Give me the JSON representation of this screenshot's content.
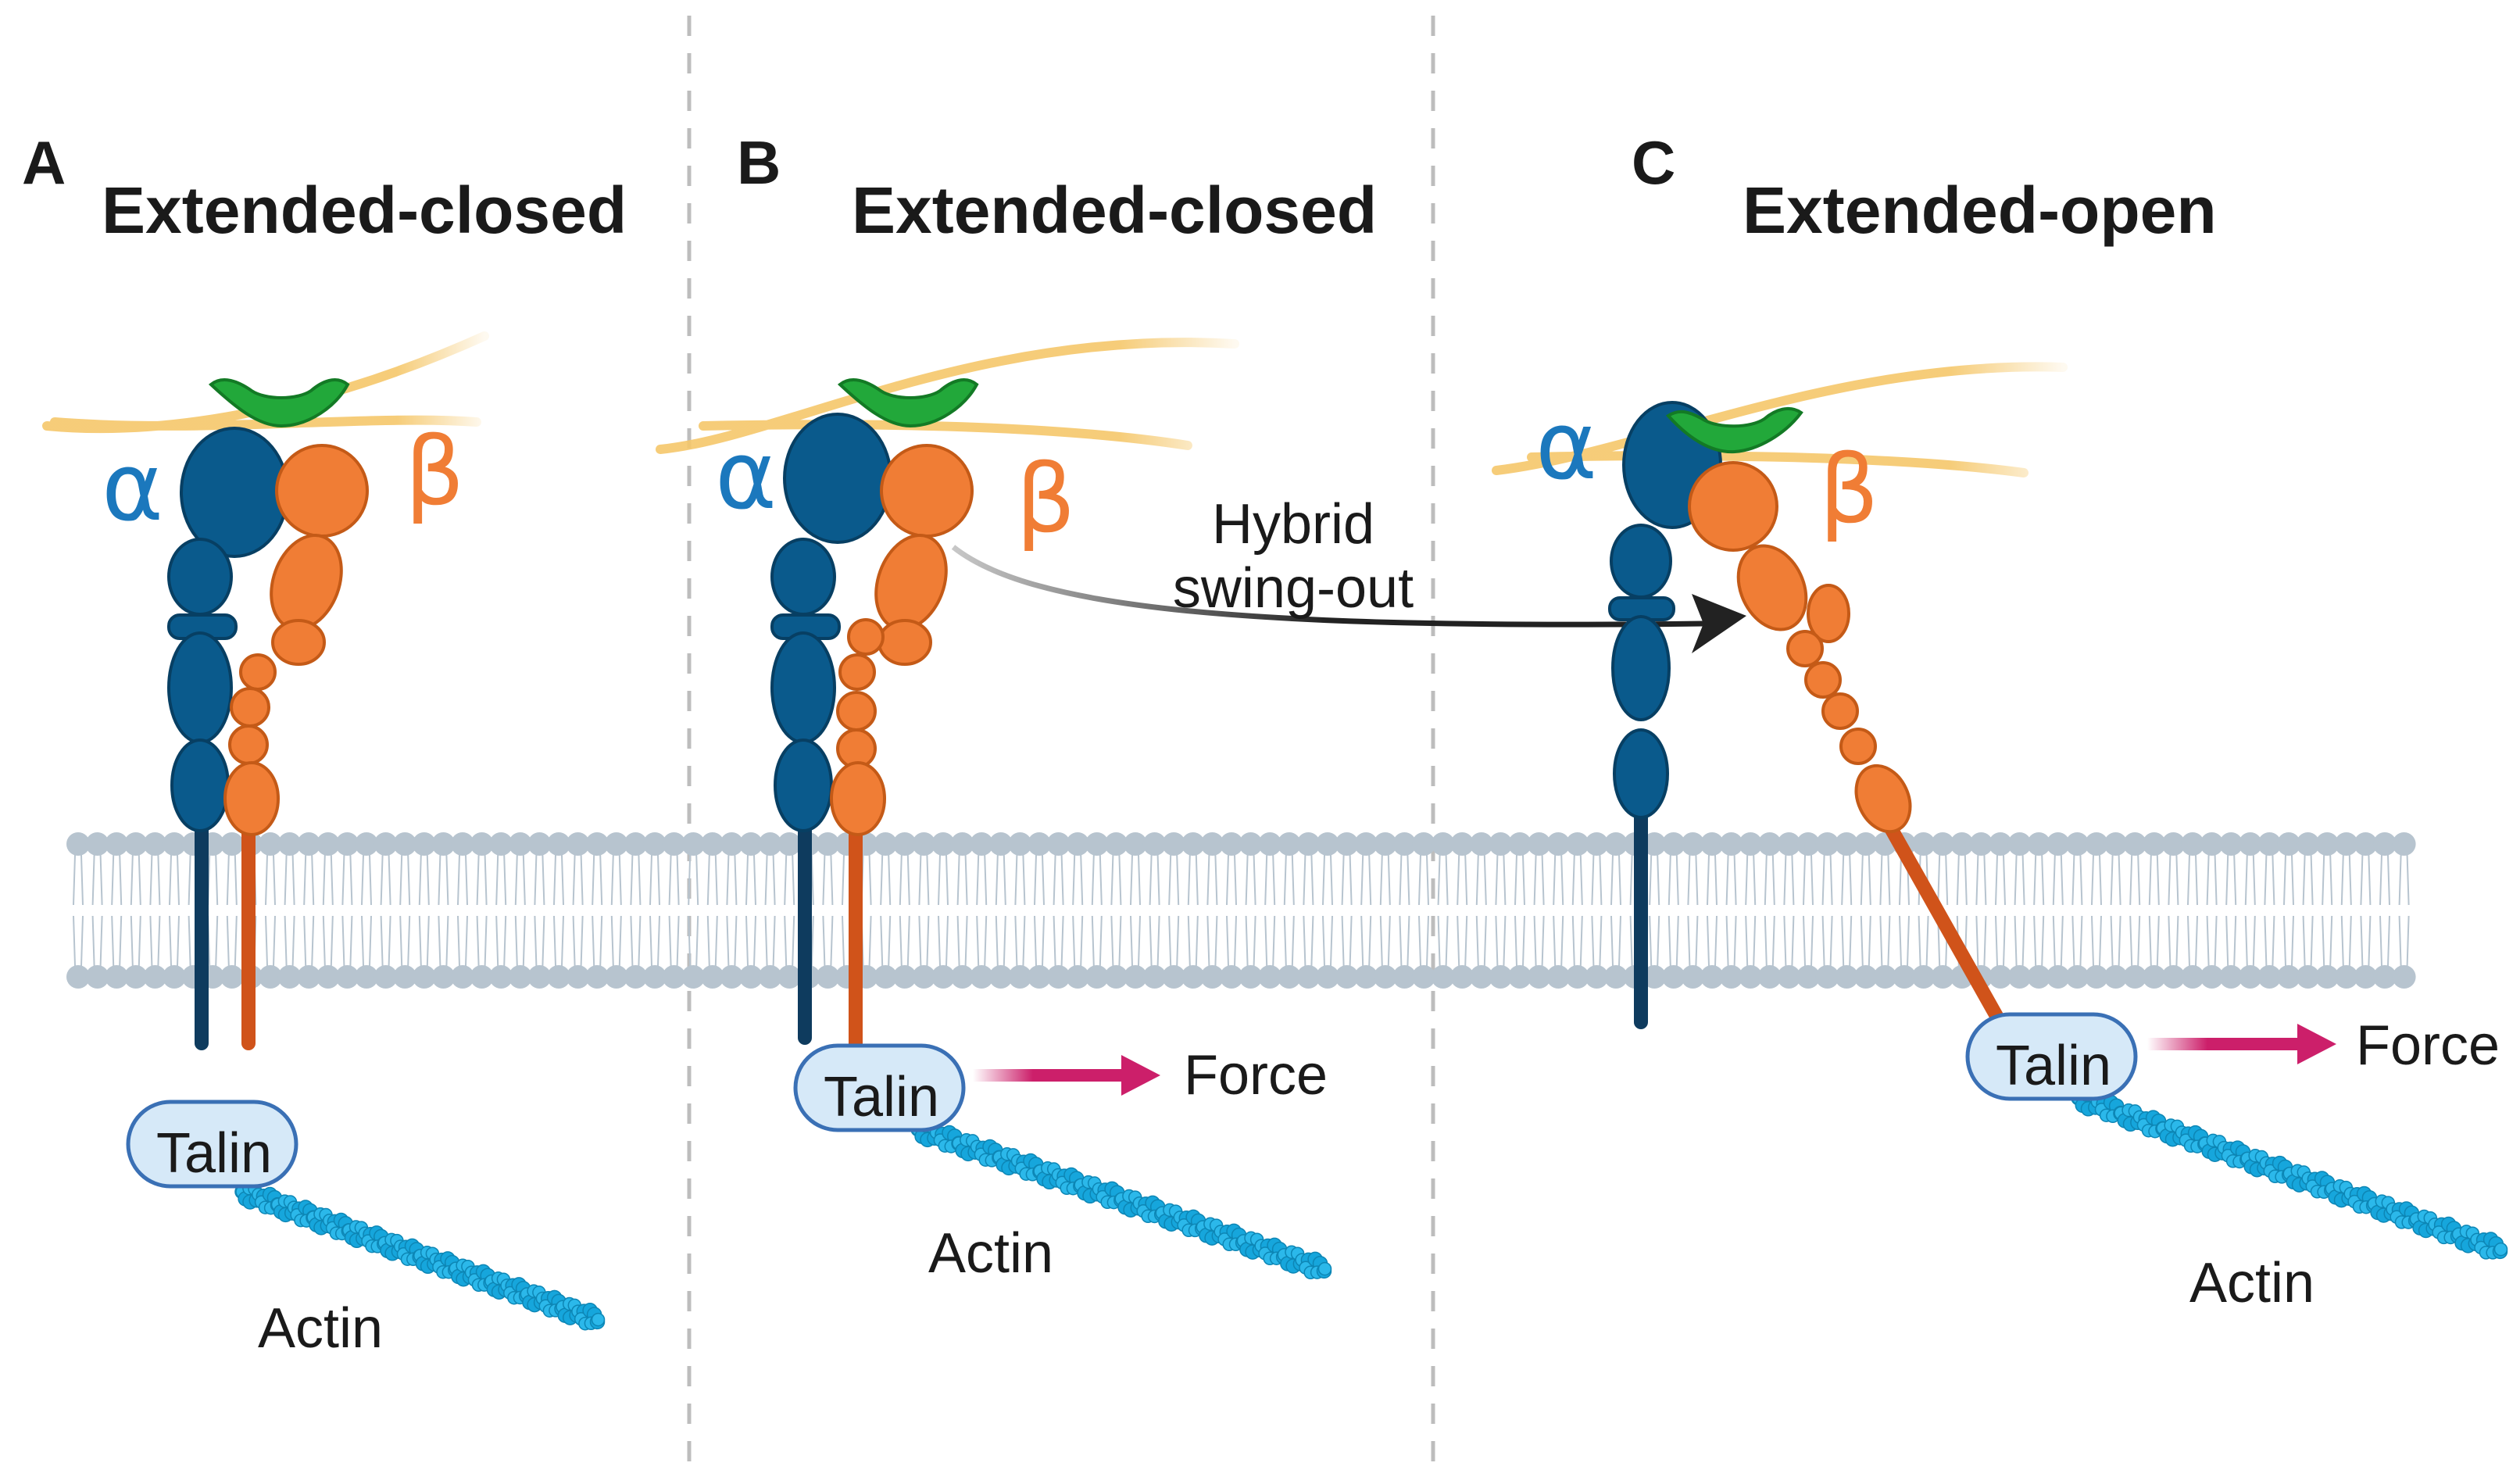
{
  "panels": [
    {
      "letter": "A",
      "title": "Extended-closed",
      "talin": "Talin",
      "actin": "Actin",
      "alpha": "α",
      "beta": "β",
      "force": ""
    },
    {
      "letter": "B",
      "title": "Extended-closed",
      "talin": "Talin",
      "actin": "Actin",
      "alpha": "α",
      "beta": "β",
      "force": "Force"
    },
    {
      "letter": "C",
      "title": "Extended-open",
      "talin": "Talin",
      "actin": "Actin",
      "alpha": "α",
      "beta": "β",
      "force": "Force"
    }
  ],
  "transition": {
    "line1": "Hybrid",
    "line2": "swing-out"
  },
  "colors": {
    "alpha": "#0a5a8c",
    "beta": "#f07d35",
    "beta_stalk": "#d0531a",
    "ligand": "#22a83a",
    "ecm": "#f5c76a",
    "membrane": "#b7c4cf",
    "talin_fill": "#d6e9f8",
    "talin_stroke": "#3a70b5",
    "actin": "#16a6dc",
    "force": "#cc1f6a"
  }
}
